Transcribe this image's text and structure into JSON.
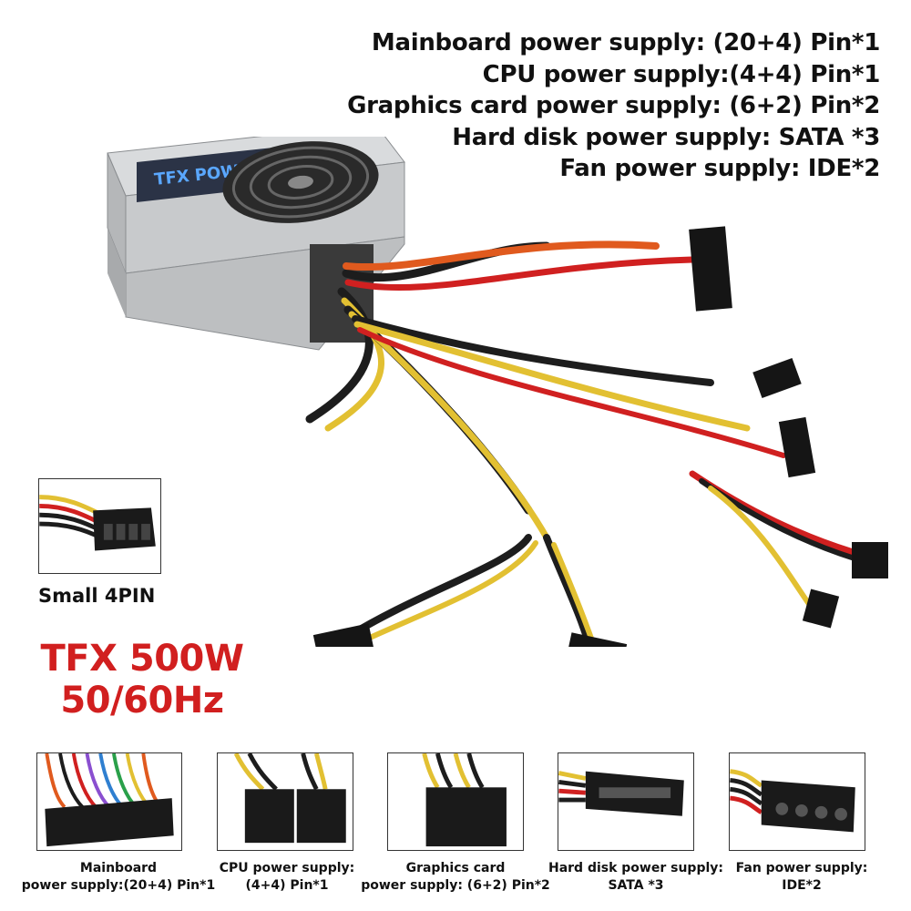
{
  "specs": [
    "Mainboard power supply: (20+4) Pin*1",
    "CPU power supply:(4+4) Pin*1",
    "Graphics card power supply: (6+2) Pin*2",
    "Hard disk power supply: SATA *3",
    "Fan power supply: IDE*2"
  ],
  "product_label": "TFX POWER",
  "small_connector_caption": "Small 4PIN",
  "model": {
    "name": "TFX 500W",
    "frequency": "50/60Hz",
    "color": "#d11f1f"
  },
  "captions": [
    {
      "line1": "Mainboard",
      "line2": "power supply:(20+4) Pin*1"
    },
    {
      "line1": "CPU power supply:",
      "line2": "(4+4) Pin*1"
    },
    {
      "line1": "Graphics card",
      "line2": "power supply: (6+2) Pin*2"
    },
    {
      "line1": "Hard disk power supply:",
      "line2": "SATA *3"
    },
    {
      "line1": "Fan power supply:",
      "line2": "IDE*2"
    }
  ]
}
